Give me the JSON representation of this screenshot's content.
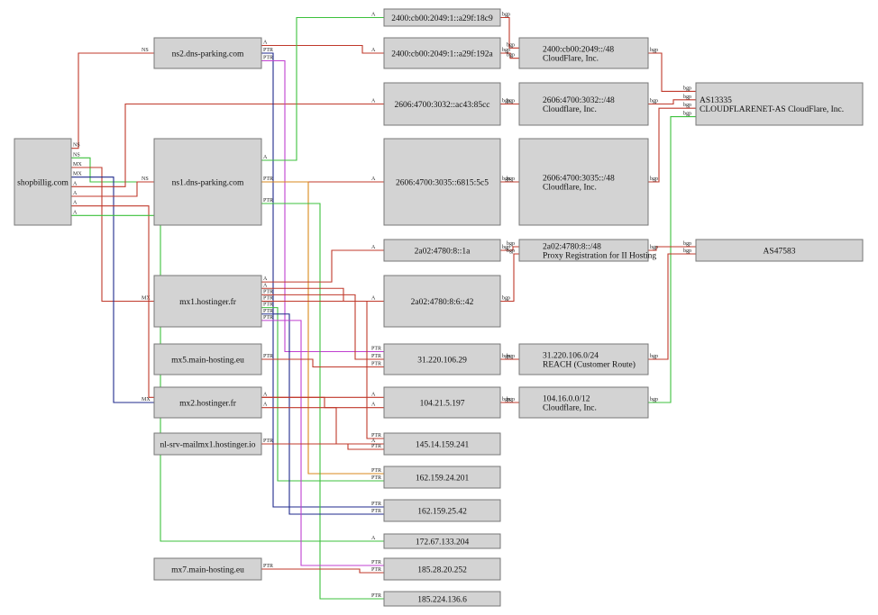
{
  "colors": {
    "red": "#c0392b",
    "green": "#3cc13c",
    "navy": "#1f2a8c",
    "orange": "#d98a1c",
    "magenta": "#c040d0",
    "node_fill": "#d3d3d3"
  },
  "nodes": [
    {
      "id": "shopbillig",
      "label": "shopbillig.com"
    },
    {
      "id": "ns2",
      "label": "ns2.dns-parking.com"
    },
    {
      "id": "ns1",
      "label": "ns1.dns-parking.com"
    },
    {
      "id": "mx1",
      "label": "mx1.hostinger.fr"
    },
    {
      "id": "mx5",
      "label": "mx5.main-hosting.eu"
    },
    {
      "id": "mx2",
      "label": "mx2.hostinger.fr"
    },
    {
      "id": "nlsrv",
      "label": "nl-srv-mailmx1.hostinger.io"
    },
    {
      "id": "mx7",
      "label": "mx7.main-hosting.eu"
    },
    {
      "id": "ip_18c9",
      "label": "2400:cb00:2049:1::a29f:18c9"
    },
    {
      "id": "ip_192a",
      "label": "2400:cb00:2049:1::a29f:192a"
    },
    {
      "id": "ip_85cc",
      "label": "2606:4700:3032::ac43:85cc"
    },
    {
      "id": "ip_5c5",
      "label": "2606:4700:3035::6815:5c5"
    },
    {
      "id": "ip_1a",
      "label": "2a02:4780:8::1a"
    },
    {
      "id": "ip_42",
      "label": "2a02:4780:8:6::42"
    },
    {
      "id": "ip_31",
      "label": "31.220.106.29"
    },
    {
      "id": "ip_104",
      "label": "104.21.5.197"
    },
    {
      "id": "ip_145",
      "label": "145.14.159.241"
    },
    {
      "id": "ip_16224",
      "label": "162.159.24.201"
    },
    {
      "id": "ip_16225",
      "label": "162.159.25.42"
    },
    {
      "id": "ip_172",
      "label": "172.67.133.204"
    },
    {
      "id": "ip_185_28",
      "label": "185.28.20.252"
    },
    {
      "id": "ip_185_224",
      "label": "185.224.136.6"
    },
    {
      "id": "pfx_2400",
      "label": "2400:cb00:2049::/48",
      "label2": "CloudFlare, Inc."
    },
    {
      "id": "pfx_3032",
      "label": "2606:4700:3032::/48",
      "label2": "Cloudflare, Inc."
    },
    {
      "id": "pfx_3035",
      "label": "2606:4700:3035::/48",
      "label2": "Cloudflare, Inc."
    },
    {
      "id": "pfx_2a02",
      "label": "2a02:4780:8::/48",
      "label2": "Proxy Registration for II Hosting"
    },
    {
      "id": "pfx_31",
      "label": "31.220.106.0/24",
      "label2": "REACH (Customer Route)"
    },
    {
      "id": "pfx_104",
      "label": "104.16.0.0/12",
      "label2": "Cloudflare, Inc."
    },
    {
      "id": "as13335",
      "label": "AS13335",
      "label2": "CLOUDFLARENET-AS CloudFlare, Inc."
    },
    {
      "id": "as47583",
      "label": "AS47583"
    }
  ],
  "edges": [
    {
      "from": "shopbillig",
      "to": "ns2",
      "label": "NS",
      "color": "red"
    },
    {
      "from": "shopbillig",
      "to": "ns1",
      "label": "NS",
      "color": "green"
    },
    {
      "from": "shopbillig",
      "to": "mx1",
      "label": "MX",
      "color": "red"
    },
    {
      "from": "shopbillig",
      "to": "mx2",
      "label": "MX",
      "color": "navy"
    },
    {
      "from": "shopbillig",
      "to": "ip_85cc",
      "label": "A",
      "color": "red"
    },
    {
      "from": "shopbillig",
      "to": "ip_5c5",
      "label": "A",
      "color": "red"
    },
    {
      "from": "shopbillig",
      "to": "ip_104",
      "label": "A",
      "color": "red"
    },
    {
      "from": "shopbillig",
      "to": "ip_172",
      "label": "A",
      "color": "green"
    },
    {
      "from": "ns2",
      "to": "ip_192a",
      "label": "A",
      "color": "red"
    },
    {
      "from": "ns2",
      "to": "ip_16225",
      "label": "PTR",
      "color": "navy"
    },
    {
      "from": "ns2",
      "to": "ip_31",
      "label": "PTR",
      "color": "magenta"
    },
    {
      "from": "ns1",
      "to": "ip_18c9",
      "label": "A",
      "color": "green"
    },
    {
      "from": "ns1",
      "to": "ip_16224",
      "label": "PTR",
      "color": "orange"
    },
    {
      "from": "ns1",
      "to": "ip_185_224",
      "label": "PTR",
      "color": "green"
    },
    {
      "from": "mx1",
      "to": "ip_1a",
      "label": "A",
      "color": "red"
    },
    {
      "from": "mx1",
      "to": "ip_42",
      "label": "A",
      "color": "red"
    },
    {
      "from": "mx1",
      "to": "ip_31",
      "label": "PTR",
      "color": "red"
    },
    {
      "from": "mx1",
      "to": "ip_145",
      "label": "PTR",
      "color": "red"
    },
    {
      "from": "mx1",
      "to": "ip_16224",
      "label": "PTR",
      "color": "green"
    },
    {
      "from": "mx1",
      "to": "ip_16225",
      "label": "PTR",
      "color": "navy"
    },
    {
      "from": "mx1",
      "to": "ip_185_28",
      "label": "PTR",
      "color": "magenta"
    },
    {
      "from": "mx5",
      "to": "ip_31",
      "label": "PTR",
      "color": "red"
    },
    {
      "from": "mx2",
      "to": "ip_104",
      "label": "A",
      "color": "red"
    },
    {
      "from": "mx2",
      "to": "ip_145",
      "label": "A",
      "color": "red"
    },
    {
      "from": "nlsrv",
      "to": "ip_145",
      "label": "PTR",
      "color": "red"
    },
    {
      "from": "mx7",
      "to": "ip_185_28",
      "label": "PTR",
      "color": "red"
    },
    {
      "from": "ip_18c9",
      "to": "pfx_2400",
      "label": "bgp",
      "color": "red"
    },
    {
      "from": "ip_192a",
      "to": "pfx_2400",
      "label": "bgp",
      "color": "red"
    },
    {
      "from": "ip_85cc",
      "to": "pfx_3032",
      "label": "bgp",
      "color": "red"
    },
    {
      "from": "ip_5c5",
      "to": "pfx_3035",
      "label": "bgp",
      "color": "red"
    },
    {
      "from": "ip_1a",
      "to": "pfx_2a02",
      "label": "bgp",
      "color": "red"
    },
    {
      "from": "ip_42",
      "to": "pfx_2a02",
      "label": "bgp",
      "color": "red"
    },
    {
      "from": "ip_31",
      "to": "pfx_31",
      "label": "bgp",
      "color": "red"
    },
    {
      "from": "ip_104",
      "to": "pfx_104",
      "label": "bgp",
      "color": "red"
    },
    {
      "from": "pfx_2400",
      "to": "as13335",
      "label": "bgp",
      "color": "red"
    },
    {
      "from": "pfx_3032",
      "to": "as13335",
      "label": "bgp",
      "color": "red"
    },
    {
      "from": "pfx_3035",
      "to": "as13335",
      "label": "bgp",
      "color": "red"
    },
    {
      "from": "pfx_104",
      "to": "as13335",
      "label": "bgp",
      "color": "green"
    },
    {
      "from": "pfx_2a02",
      "to": "as47583",
      "label": "bgp",
      "color": "red"
    },
    {
      "from": "pfx_31",
      "to": "as47583",
      "label": "bgp",
      "color": "red"
    }
  ]
}
